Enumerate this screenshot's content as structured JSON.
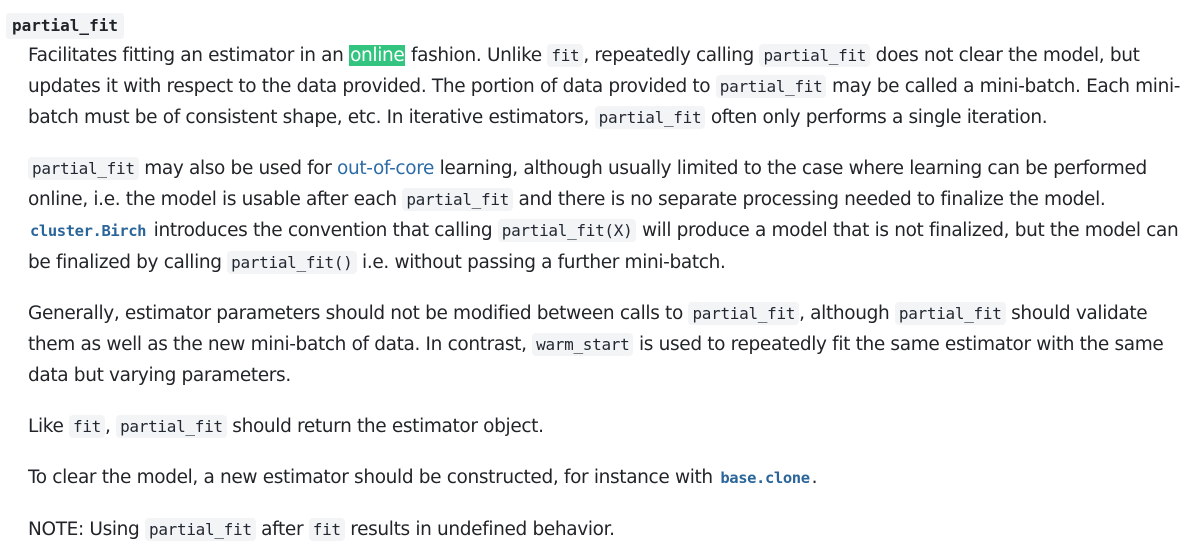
{
  "term": "partial_fit",
  "p1": {
    "t1": "Facilitates fitting an estimator in an ",
    "online": "online",
    "t2": " fashion. Unlike ",
    "c1": "fit",
    "t3": ", repeatedly calling ",
    "c2": "partial_fit",
    "t4": " does not clear the model, but",
    "t5": "updates it with respect to the data provided. The portion of data provided to ",
    "c3": "partial_fit",
    "t6": " may be called a mini-batch. Each mini-",
    "t7": "batch must be of consistent shape, etc. In iterative estimators, ",
    "c4": "partial_fit",
    "t8": " often only performs a single iteration."
  },
  "p2": {
    "c1": "partial_fit",
    "t1": " may also be used for ",
    "link": "out-of-core",
    "t2": " learning, although usually limited to the case where learning can be performed",
    "t3": "online, i.e. the model is usable after each ",
    "c2": "partial_fit",
    "t4": " and there is no separate processing needed to finalize the model.",
    "xref": "cluster.Birch",
    "t5": " introduces the convention that calling ",
    "c3": "partial_fit(X)",
    "t6": " will produce a model that is not finalized, but the model can",
    "t7": "be finalized by calling ",
    "c4": "partial_fit()",
    "t8": " i.e. without passing a further mini-batch."
  },
  "p3": {
    "t1": "Generally, estimator parameters should not be modified between calls to ",
    "c1": "partial_fit",
    "t2": ", although ",
    "c2": "partial_fit",
    "t3": " should validate",
    "t4": "them as well as the new mini-batch of data. In contrast, ",
    "c3": "warm_start",
    "t5": " is used to repeatedly fit the same estimator with the same",
    "t6": "data but varying parameters."
  },
  "p4": {
    "t1": "Like ",
    "c1": "fit",
    "t2": ", ",
    "c2": "partial_fit",
    "t3": " should return the estimator object."
  },
  "p5": {
    "t1": "To clear the model, a new estimator should be constructed, for instance with ",
    "xref": "base.clone",
    "t2": "."
  },
  "p6": {
    "t1": "NOTE: Using ",
    "c1": "partial_fit",
    "t2": " after ",
    "c2": "fit",
    "t3": " results in undefined behavior."
  }
}
